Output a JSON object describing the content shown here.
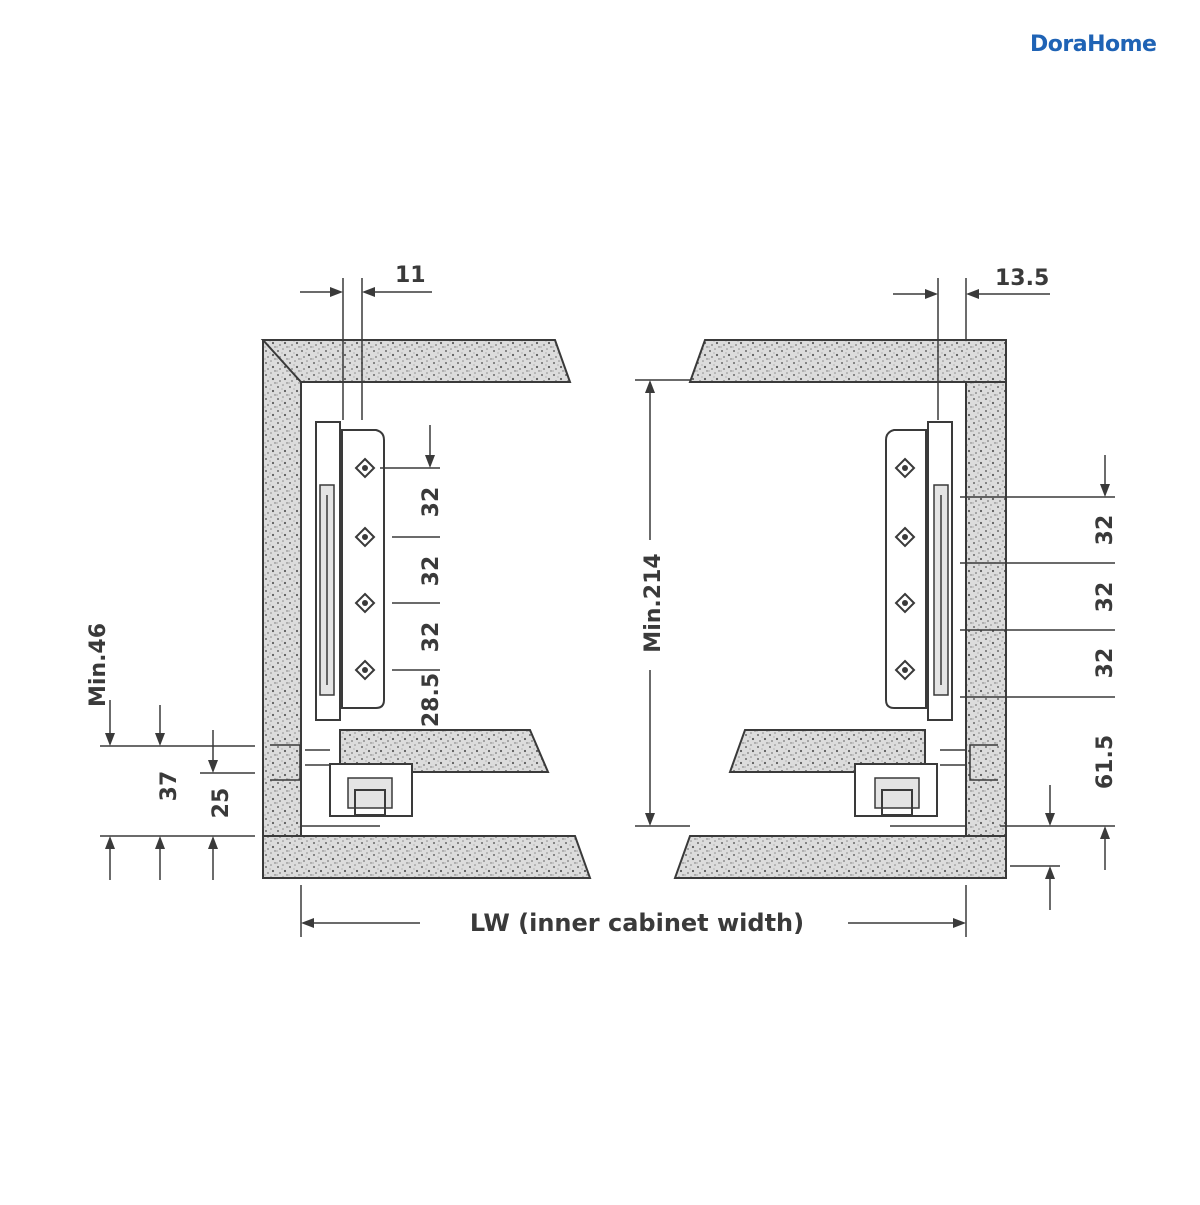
{
  "brand": {
    "name": "DoraHome",
    "color": "#1f63b5"
  },
  "diagram": {
    "caption": "LW (inner cabinet width)",
    "left_side": {
      "top_offset": "11",
      "hole_spacing": [
        "32",
        "32",
        "32"
      ],
      "bottom_spacing": "28.5",
      "min_height": "Min.46",
      "dim_37": "37",
      "dim_25": "25"
    },
    "right_side": {
      "top_offset": "13.5",
      "hole_spacing": [
        "32",
        "32",
        "32"
      ],
      "bottom_spacing": "61.5"
    },
    "center": {
      "min_height": "Min.214"
    }
  }
}
